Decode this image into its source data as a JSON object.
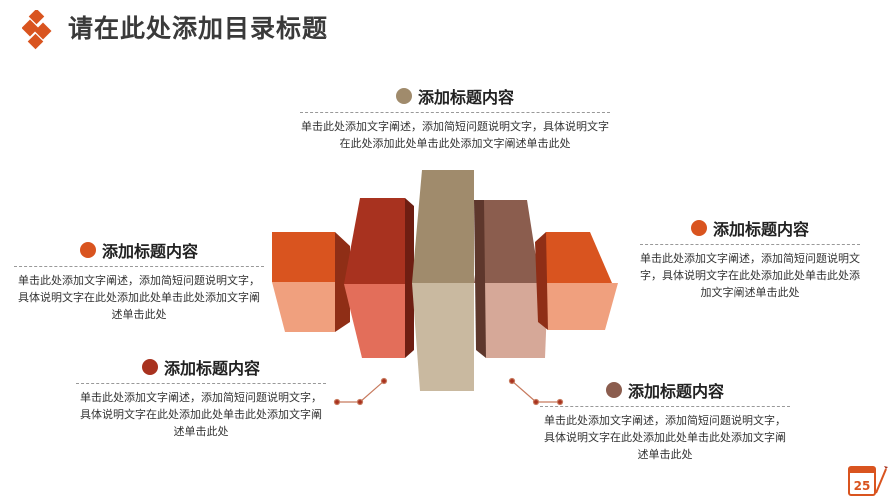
{
  "title": "请在此处添加目录标题",
  "colors": {
    "orange": "#d9541f",
    "red": "#a8321f",
    "tan": "#a08b6c",
    "brown": "#8b5d4e"
  },
  "items": [
    {
      "heading": "添加标题内容",
      "body": "单击此处添加文字阐述，添加简短问题说明文字，具体说明文字在此处添加此处单击此处添加文字阐述单击此处",
      "dot": "#a08b6c"
    },
    {
      "heading": "添加标题内容",
      "body": "单击此处添加文字阐述，添加简短问题说明文字，具体说明文字在此处添加此处单击此处添加文字阐述单击此处",
      "dot": "#d9541f"
    },
    {
      "heading": "添加标题内容",
      "body": "单击此处添加文字阐述，添加简短问题说明文字，具体说明文字在此处添加此处单击此处添加文字阐述单击此处",
      "dot": "#d9541f"
    },
    {
      "heading": "添加标题内容",
      "body": "单击此处添加文字阐述，添加简短问题说明文字，具体说明文字在此处添加此处单击此处添加文字阐述单击此处",
      "dot": "#a8321f"
    },
    {
      "heading": "添加标题内容",
      "body": "单击此处添加文字阐述，添加简短问题说明文字，具体说明文字在此处添加此处单击此处添加文字阐述单击此处",
      "dot": "#8b5d4e"
    }
  ],
  "badge_number": "25"
}
